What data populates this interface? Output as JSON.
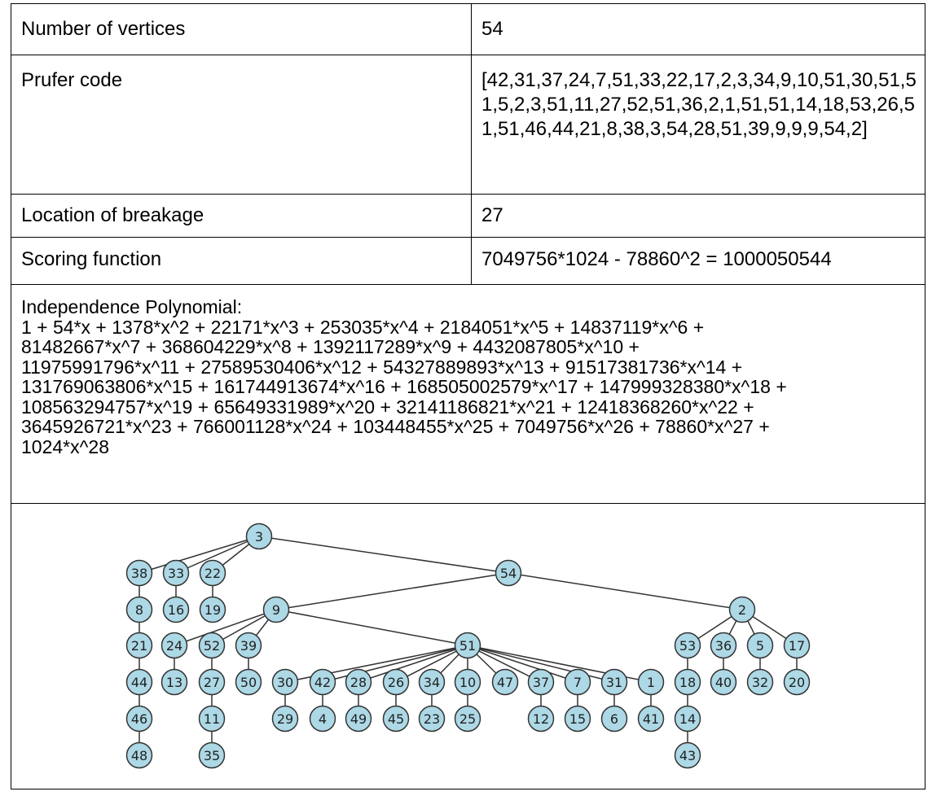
{
  "rows": {
    "vertices": {
      "label": "Number of vertices",
      "value": "54"
    },
    "prufer": {
      "label": "Prufer code",
      "value": "[42,31,37,24,7,51,33,22,17,2,3,34,9,10,51,30,51,51,5,2,3,51,11,27,52,51,36,2,1,51,51,14,18,53,26,51,51,46,44,21,8,38,3,54,28,51,39,9,9,9,54,2]"
    },
    "breakage": {
      "label": "Location of breakage",
      "value": "27"
    },
    "scoring": {
      "label": "Scoring function",
      "value": "7049756*1024 - 78860^2 = 1000050544"
    }
  },
  "polynomial": {
    "title": "Independence Polynomial:",
    "text": "1 + 54*x + 1378*x^2 + 22171*x^3 + 253035*x^4 + 2184051*x^5 + 14837119*x^6 +\n81482667*x^7 + 368604229*x^8 + 1392117289*x^9 + 4432087805*x^10 +\n11975991796*x^11 + 27589530406*x^12 + 54327889893*x^13 + 91517381736*x^14 +\n131769063806*x^15 + 161744913674*x^16 + 168505002579*x^17 + 147999328380*x^18 +\n108563294757*x^19 + 65649331989*x^20 + 32141186821*x^21 + 12418368260*x^22 +\n3645926721*x^23 + 766001128*x^24 + 103448455*x^25 + 7049756*x^26 + 78860*x^27 +\n1024*x^28"
  },
  "tree": {
    "node_fill": "#add8e6",
    "node_stroke": "#333333",
    "edge_color": "#333333",
    "nodes": [
      "3",
      "54",
      "38",
      "33",
      "22",
      "8",
      "16",
      "19",
      "21",
      "44",
      "46",
      "48",
      "9",
      "2",
      "24",
      "52",
      "39",
      "13",
      "27",
      "50",
      "11",
      "35",
      "51",
      "30",
      "42",
      "28",
      "26",
      "34",
      "10",
      "47",
      "37",
      "7",
      "31",
      "1",
      "29",
      "4",
      "49",
      "45",
      "23",
      "25",
      "12",
      "15",
      "6",
      "41",
      "53",
      "36",
      "5",
      "17",
      "18",
      "40",
      "32",
      "20",
      "14",
      "43"
    ],
    "edges": [
      [
        "3",
        "38"
      ],
      [
        "3",
        "33"
      ],
      [
        "3",
        "22"
      ],
      [
        "3",
        "54"
      ],
      [
        "38",
        "8"
      ],
      [
        "8",
        "21"
      ],
      [
        "21",
        "44"
      ],
      [
        "44",
        "46"
      ],
      [
        "46",
        "48"
      ],
      [
        "33",
        "16"
      ],
      [
        "22",
        "19"
      ],
      [
        "54",
        "9"
      ],
      [
        "54",
        "2"
      ],
      [
        "9",
        "24"
      ],
      [
        "9",
        "52"
      ],
      [
        "9",
        "39"
      ],
      [
        "9",
        "51"
      ],
      [
        "24",
        "13"
      ],
      [
        "52",
        "27"
      ],
      [
        "27",
        "11"
      ],
      [
        "11",
        "35"
      ],
      [
        "39",
        "50"
      ],
      [
        "51",
        "30"
      ],
      [
        "51",
        "42"
      ],
      [
        "51",
        "28"
      ],
      [
        "51",
        "26"
      ],
      [
        "51",
        "34"
      ],
      [
        "51",
        "10"
      ],
      [
        "51",
        "47"
      ],
      [
        "51",
        "37"
      ],
      [
        "51",
        "7"
      ],
      [
        "51",
        "31"
      ],
      [
        "51",
        "1"
      ],
      [
        "30",
        "29"
      ],
      [
        "42",
        "4"
      ],
      [
        "28",
        "49"
      ],
      [
        "26",
        "45"
      ],
      [
        "34",
        "23"
      ],
      [
        "10",
        "25"
      ],
      [
        "37",
        "12"
      ],
      [
        "7",
        "15"
      ],
      [
        "31",
        "6"
      ],
      [
        "1",
        "41"
      ],
      [
        "2",
        "53"
      ],
      [
        "2",
        "36"
      ],
      [
        "2",
        "5"
      ],
      [
        "2",
        "17"
      ],
      [
        "53",
        "18"
      ],
      [
        "18",
        "14"
      ],
      [
        "14",
        "43"
      ],
      [
        "36",
        "40"
      ],
      [
        "5",
        "32"
      ],
      [
        "17",
        "20"
      ]
    ]
  }
}
